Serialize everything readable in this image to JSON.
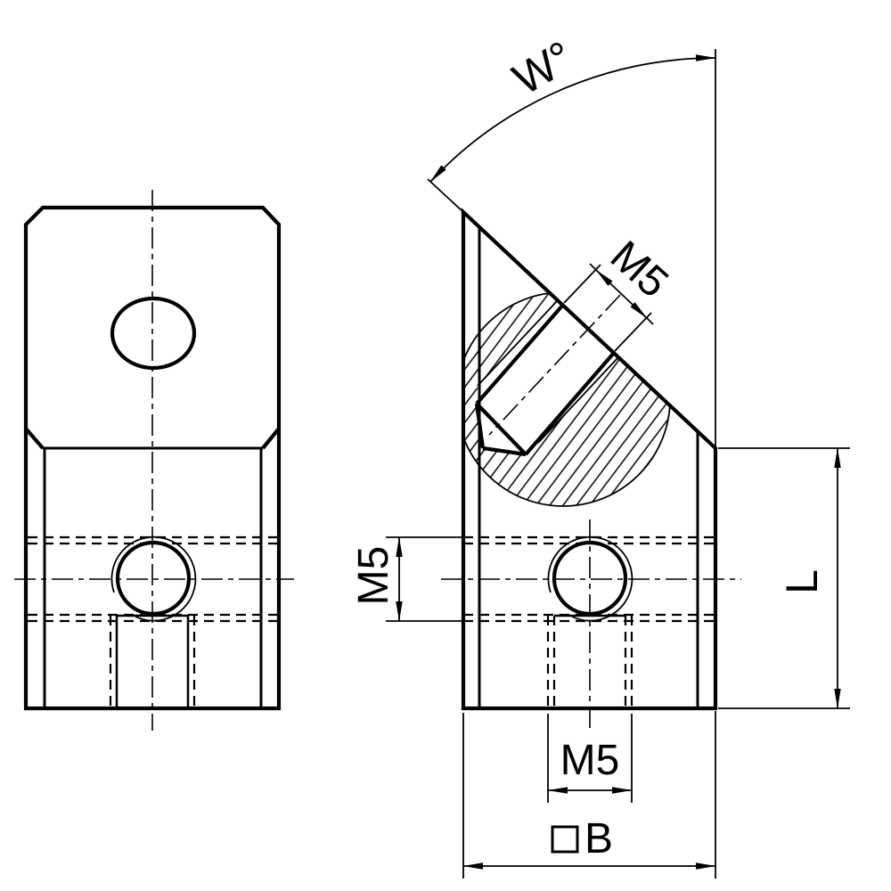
{
  "drawing": {
    "type": "engineering-2-view-drawing",
    "background_color": "#ffffff",
    "line_color": "#000000",
    "labels": {
      "angle": "W°",
      "thread_angled": "M5",
      "thread_side": "M5",
      "thread_bottom": "M5",
      "length": "L",
      "width": "B",
      "width_symbol": "square-outline"
    }
  }
}
